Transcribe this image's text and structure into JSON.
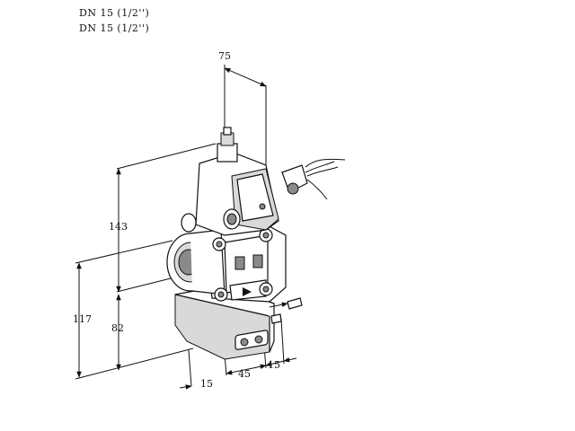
{
  "header": {
    "line1": "DN 15 (1/2'')",
    "line2": "DN 15 (1/2'')"
  },
  "dimensions": {
    "d75": "75",
    "d143": "143",
    "d117": "117",
    "d82": "82",
    "d15_left": "15",
    "d45": "45",
    "d15_right": "15"
  }
}
